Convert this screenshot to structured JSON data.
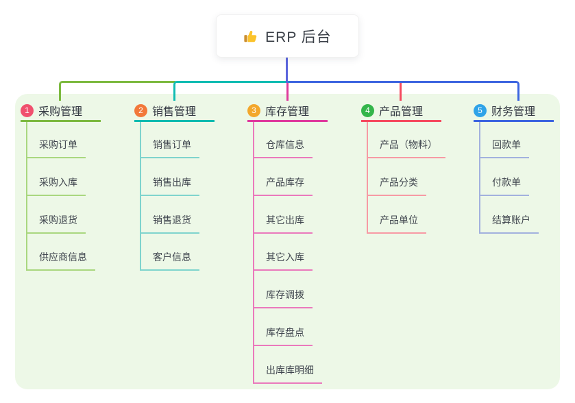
{
  "root": {
    "label": "ERP 后台",
    "icon": "thumbs-up-icon"
  },
  "branches": [
    {
      "index": "1",
      "label": "采购管理",
      "badge_color": "#f0506e",
      "line_color": "#7cb93f",
      "child_line_color": "#a9d77f",
      "children": [
        {
          "label": "采购订单"
        },
        {
          "label": "采购入库"
        },
        {
          "label": "采购退货"
        },
        {
          "label": "供应商信息"
        }
      ]
    },
    {
      "index": "2",
      "label": "销售管理",
      "badge_color": "#f2783a",
      "line_color": "#00bbb0",
      "child_line_color": "#7fd4cd",
      "children": [
        {
          "label": "销售订单"
        },
        {
          "label": "销售出库"
        },
        {
          "label": "销售退货"
        },
        {
          "label": "客户信息"
        }
      ]
    },
    {
      "index": "3",
      "label": "库存管理",
      "badge_color": "#f3a72c",
      "line_color": "#df3a9d",
      "child_line_color": "#ea79bc",
      "children": [
        {
          "label": "仓库信息"
        },
        {
          "label": "产品库存"
        },
        {
          "label": "其它出库"
        },
        {
          "label": "其它入库"
        },
        {
          "label": "库存调拨"
        },
        {
          "label": "库存盘点"
        },
        {
          "label": "出库库明细"
        }
      ]
    },
    {
      "index": "4",
      "label": "产品管理",
      "badge_color": "#33b54a",
      "line_color": "#f54a5f",
      "child_line_color": "#f79aa4",
      "children": [
        {
          "label": "产品（物料）"
        },
        {
          "label": "产品分类"
        },
        {
          "label": "产品单位"
        }
      ]
    },
    {
      "index": "5",
      "label": "财务管理",
      "badge_color": "#2fa3e8",
      "line_color": "#3d65e0",
      "child_line_color": "#a2b1de",
      "children": [
        {
          "label": "回款单"
        },
        {
          "label": "付款单"
        },
        {
          "label": "结算账户"
        }
      ]
    }
  ],
  "colors": {
    "canvas_background": "#ffffff",
    "panel_background": "#edf8e7",
    "root_connector": "#5b65dd",
    "text": "#3f454e"
  }
}
